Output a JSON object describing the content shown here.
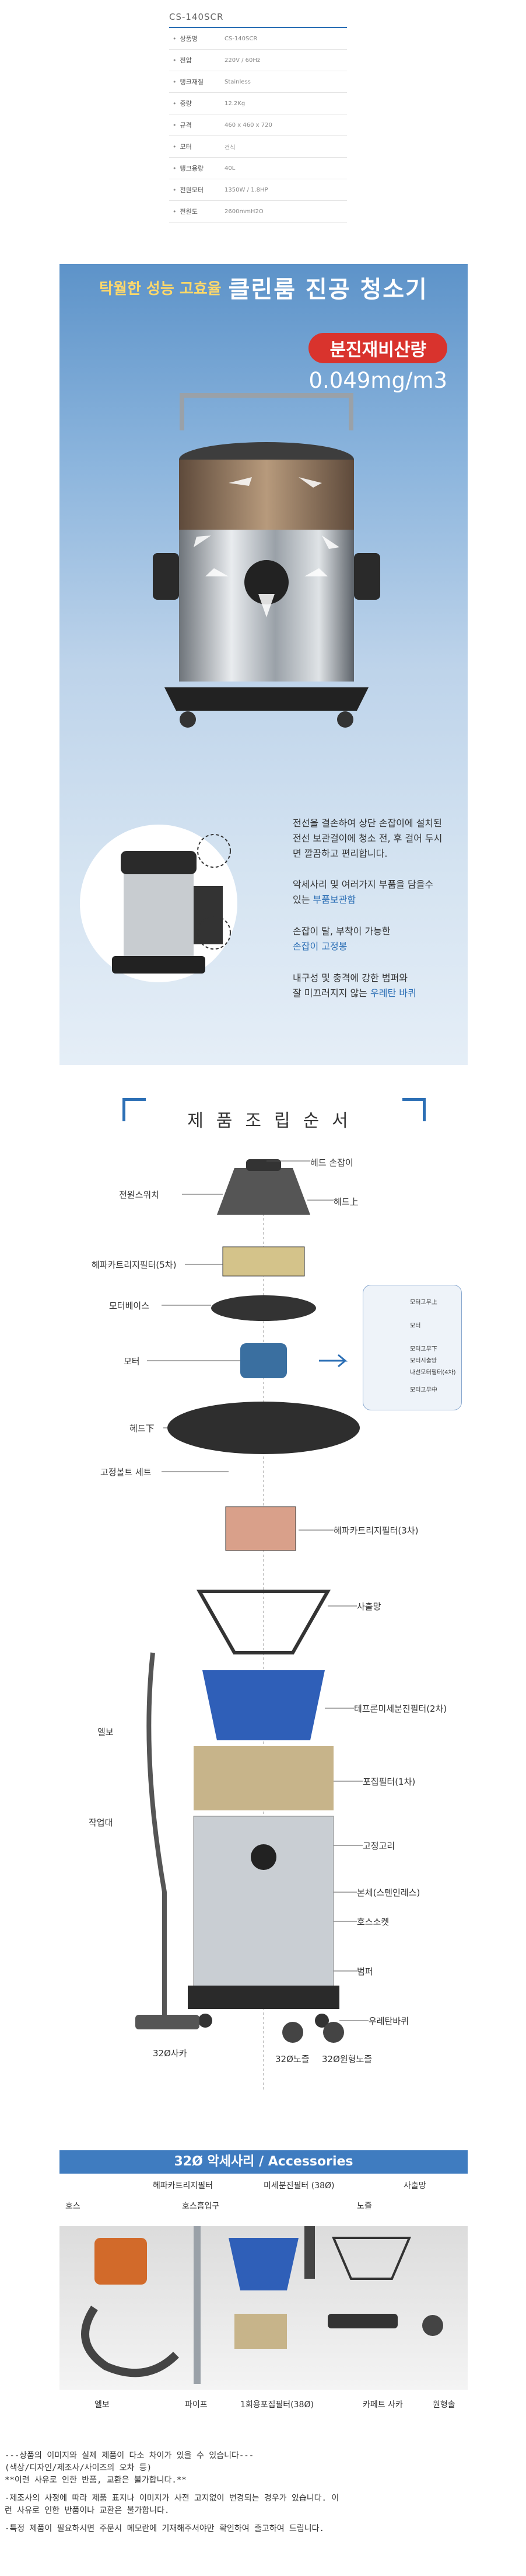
{
  "spec": {
    "title": "CS-140SCR",
    "rows": [
      {
        "key": "상품명",
        "val": "CS-140SCR"
      },
      {
        "key": "전압",
        "val": "220V / 60Hz"
      },
      {
        "key": "탱크재질",
        "val": "Stainless"
      },
      {
        "key": "중량",
        "val": "12.2Kg"
      },
      {
        "key": "규격",
        "val": "460 x 460 x 720"
      },
      {
        "key": "모터",
        "val": "건식"
      },
      {
        "key": "탱크용량",
        "val": "40L"
      },
      {
        "key": "전원모터",
        "val": "1350W / 1.8HP"
      },
      {
        "key": "전원도",
        "val": "2600mmH2O"
      }
    ]
  },
  "hero": {
    "title_small": "탁월한 성능 고효율",
    "title_big": "클린룸 진공 청소기",
    "badge": "분진재비산량",
    "badge_value": "0.049mg/m3",
    "features": [
      {
        "line1": "전선을 결손하여 상단 손잡이에 설치된",
        "line2": "전선 보관걸이에 청소 전, 후 걸어 두시",
        "line3": "면 깔끔하고 편리합니다.",
        "hl": ""
      },
      {
        "line1": "악세사리 및 여러가지 부품을 담을수",
        "line2": "있는 ",
        "hl": "부품보관함",
        "line3": ""
      },
      {
        "line1": "손잡이 탈, 부착이 가능한",
        "line2": "",
        "hl": "손잡이 고정봉",
        "line3": ""
      },
      {
        "line1": "내구성 및 충격에 강한 범퍼와",
        "line2": "잘 미끄러지지 않는 ",
        "hl": "우레탄 바퀴",
        "line3": ""
      }
    ]
  },
  "assembly": {
    "title": "제품조립순서",
    "labels": {
      "head_handle": "헤드 손잡이",
      "power_switch": "전원스위치",
      "head_top": "헤드上",
      "hepa1": "헤파카트리지필터(5차)",
      "motor_base": "모터베이스",
      "motor": "모터",
      "head_bottom": "헤드下",
      "fix_bolt": "고정볼트 세트",
      "hepa3": "헤파카트리지필터(3차)",
      "suction_net": "사출망",
      "teflon": "테프론미세분진필터(2차)",
      "elbow": "엘보",
      "bag_filter": "포집필터(1차)",
      "work_pipe": "작업대",
      "fix_ring": "고정고리",
      "body": "본체(스텐인레스)",
      "hose_socket": "호스소켓",
      "bumper": "범퍼",
      "wheel": "우레탄바퀴",
      "nozzle_32": "32Ø사카",
      "nozzle2": "32Ø노즐",
      "nozzle3": "32Ø원형노즐"
    },
    "inset": [
      "모터고무上",
      "모터",
      "모터고무下",
      "모터시출망",
      "나선모터필터(4차)",
      "모터고무中"
    ]
  },
  "accessories": {
    "title": "32Ø 악세사리 / Accessories",
    "labels": {
      "hepa": "헤파카트리지필터",
      "hose": "호스",
      "hose_inlet": "호스흡입구",
      "fine_filter": "미세분진필터 (38Ø)",
      "nozzle": "노즐",
      "net": "사출망",
      "elbow": "엘보",
      "pipe": "파이프",
      "bag": "1회용포집필터(38Ø)",
      "carpet": "카페트 사카",
      "round": "원형솔"
    }
  },
  "notes": [
    "---상품의 이미지와 실제 제품이 다소 차이가 있을 수 있습니다---\n(색상/디자인/제조사/사이즈의 오차 등)\n**이런 사유로 인한 반품, 교환은 불가합니다.**",
    "-제조사의 사정에 따라 제품 표지나 이미지가 사전 고지없이 변경되는 경우가 있습니다. 이\n런 사유로 인한 반품이나 교환은 불가합니다.",
    "-특정 제품이 필요하시면 주문시 메모란에 기재해주셔야만 확인하여 출고하여 드립니다."
  ],
  "colors": {
    "accent": "#2c6fb5",
    "badge": "#d9332d"
  }
}
